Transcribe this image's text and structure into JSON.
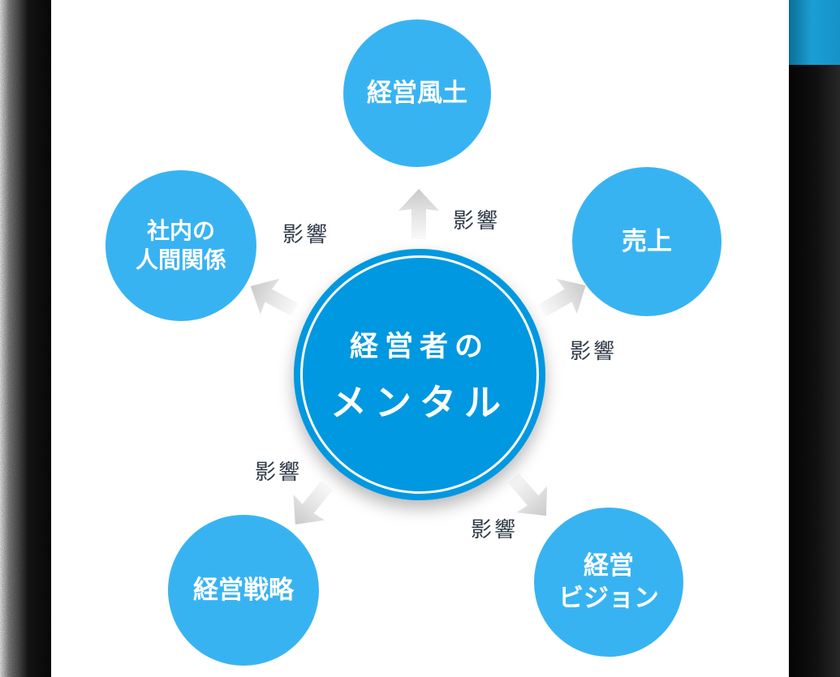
{
  "diagram": {
    "center": {
      "line1": "経営者の",
      "line2": "メンタル"
    },
    "nodes": {
      "culture": {
        "line1": "経営風土"
      },
      "sales": {
        "line1": "売上"
      },
      "relations": {
        "line1": "社内の",
        "line2": "人間関係"
      },
      "strategy": {
        "line1": "経営戦略"
      },
      "vision": {
        "line1": "経営",
        "line2": "ビジョン"
      }
    },
    "influence": {
      "top_left": "影響",
      "top_right": "影響",
      "right": "影響",
      "bottom_left": "影響",
      "bottom_right": "影響"
    },
    "colors": {
      "center_circle": "#0098e0",
      "satellite_circle": "#38b3f2",
      "arrow_gradient_dark": "#c9c9c9",
      "arrow_gradient_light": "#f7f7f7",
      "influence_text": "#2e3a47",
      "accent_teal": "#1a9ed4",
      "frame_dark": "#0d0d0d"
    }
  }
}
